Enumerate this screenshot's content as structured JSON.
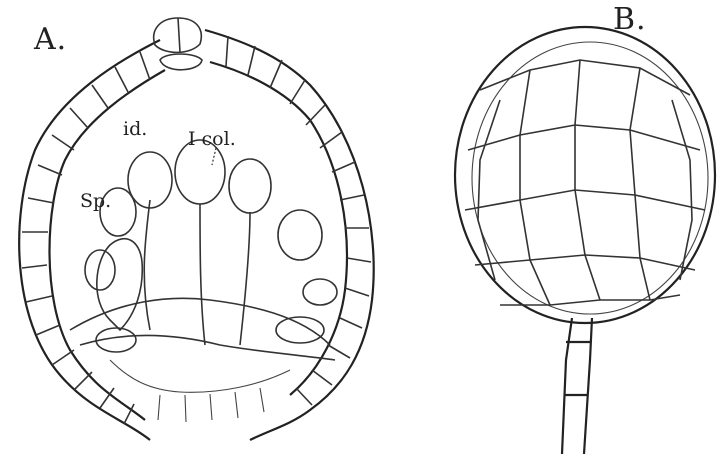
{
  "figure": {
    "panel_a": {
      "label": "A.",
      "annotations": {
        "idioblast": "id.",
        "columella": "I col.",
        "sporangium": "Sp."
      }
    },
    "panel_b": {
      "label": "B."
    }
  }
}
